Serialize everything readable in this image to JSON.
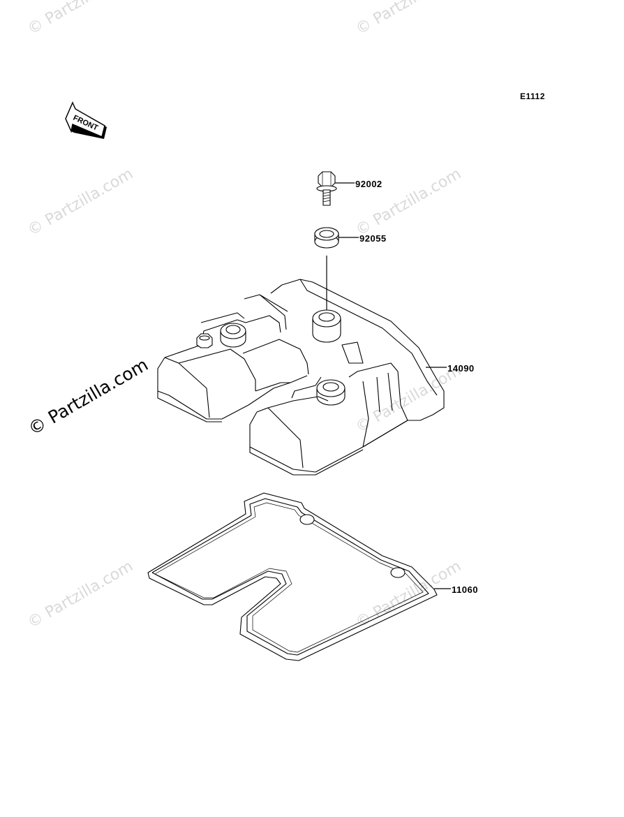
{
  "diagram_code": "E1112",
  "front_arrow_text": "FRONT",
  "watermark_text": "© Partzilla.com",
  "parts": [
    {
      "number": "92002",
      "name": "bolt"
    },
    {
      "number": "92055",
      "name": "seal"
    },
    {
      "number": "14090",
      "name": "cylinder-head-cover"
    },
    {
      "number": "11060",
      "name": "gasket"
    }
  ]
}
